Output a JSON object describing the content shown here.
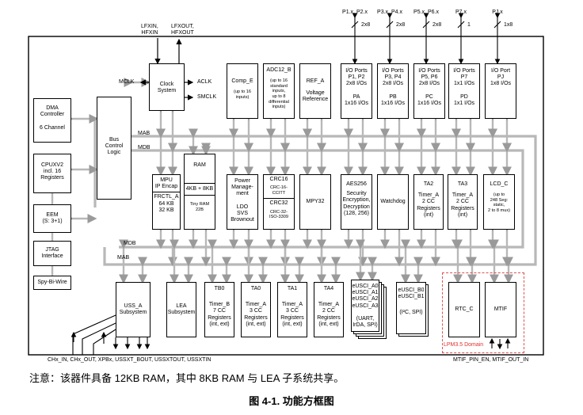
{
  "external_pins": {
    "lfxin": "LFXIN,\nHFXIN",
    "lfxout": "LFXOUT,\nHFXOUT",
    "ports": [
      {
        "label": "P1.x, P2.x",
        "width": "2x8"
      },
      {
        "label": "P3.x, P4.x",
        "width": "2x8"
      },
      {
        "label": "P5.x, P6.x",
        "width": "2x8"
      },
      {
        "label": "P7.x",
        "width": "1"
      },
      {
        "label": "PJ.x",
        "width": "1x8"
      }
    ],
    "bottom_left": "CHx_IN, CHx_OUT, XPBx, USSXT_BOUT, USSXTOUT, USSXTIN",
    "bottom_right": "MTIF_PIN_EN, MTIF_OUT_IN"
  },
  "clock": {
    "title": "Clock\nSystem",
    "mclk": "MCLK",
    "aclk": "ACLK",
    "smclk": "SMCLK"
  },
  "buses": {
    "mab": "MAB",
    "mdb": "MDB"
  },
  "blocks": {
    "dma": "DMA\nController\n\n6 Channel",
    "cpu": "CPUXV2\nincl. 16\nRegisters",
    "eem": "EEM\n(S: 3+1)",
    "jtag": "JTAG\nInterface",
    "sbw": "Spy-Bi-Wire",
    "bus_ctrl": "Bus\nControl\nLogic",
    "comp": "Comp_E",
    "comp_sub": "(up to 16\ninputs)",
    "adc": "ADC12_B",
    "adc_sub": "(up to 16\nstandard\ninputs,\nup to 8\ndifferential\ninputs)",
    "ref": "REF_A",
    "ref_sub": "Voltage\nReference",
    "io1": "I/O Ports\nP1, P2\n2x8 I/Os",
    "io1_sub": "PA\n1x16 I/Os",
    "io2": "I/O Ports\nP3, P4\n2x8 I/Os",
    "io2_sub": "PB\n1x16 I/Os",
    "io3": "I/O Ports\nP5, P6\n2x8 I/Os",
    "io3_sub": "PC\n1x16 I/Os",
    "io4": "I/O Ports\nP7\n1x1 I/Os",
    "io4_sub": "PD\n1x1 I/Os",
    "io5": "I/O Port\nPJ\n1x8 I/Os",
    "mpu": "MPU\nIP Encap",
    "mpu_sub": "FRCTL_A\n64 KB\n32 KB",
    "ram": "RAM",
    "ram_sub": "4KB + 8KB",
    "ram_tiny": "Tiny RAM\n22B",
    "pmm": "Power\nManage-\nment\n\nLDO\nSVS\nBrownout",
    "crc16": "CRC16",
    "crc16_sub": "CRC-16-\nCCITT",
    "crc32": "CRC32",
    "crc32_sub": "CRC-32-\nISO-3309",
    "mpy": "MPY32",
    "aes": "AES256",
    "aes_sub": "Security\nEncryption,\nDecryption\n(128, 256)",
    "wdt": "Watchdog",
    "ta2": "TA2",
    "ta2_sub": "Timer_A\n2 CC\nRegisters\n(int)",
    "ta3": "TA3",
    "ta3_sub": "Timer_A\n2 CC\nRegisters\n(int)",
    "lcd": "LCD_C",
    "lcd_sub": "(up to\n248 Seg:\nstatic,\n2 to 8 mux)",
    "uss": "USS_A\nSubsystem",
    "lea": "LEA\nSubsystem",
    "tb0": "TB0",
    "tb0_sub": "Timer_B\n7 CC\nRegisters\n(int, ext)",
    "ta0": "TA0",
    "ta0_sub": "Timer_A\n3 CC\nRegisters\n(int, ext)",
    "ta1": "TA1",
    "ta1_sub": "Timer_A\n3 CC\nRegisters\n(int, ext)",
    "ta4": "TA4",
    "ta4_sub": "Timer_A\n2 CC\nRegisters\n(int, ext)",
    "euscia": "eUSCI_A0\neUSCI_A1\neUSCI_A2\neUSCI_A3",
    "euscia_sub": "(UART,\nIrDA, SPI)",
    "euscib": "eUSCI_B0\neUSCI_B1",
    "euscib_sub": "(I²C, SPI)",
    "rtc": "RTC_C",
    "mtif": "MTIF"
  },
  "lpm_domain": "LPM3.5 Domain",
  "note": "注意：该器件具备 12KB RAM，其中 8KB RAM 与 LEA 子系统共享。",
  "caption": "图 4-1. 功能方框图"
}
